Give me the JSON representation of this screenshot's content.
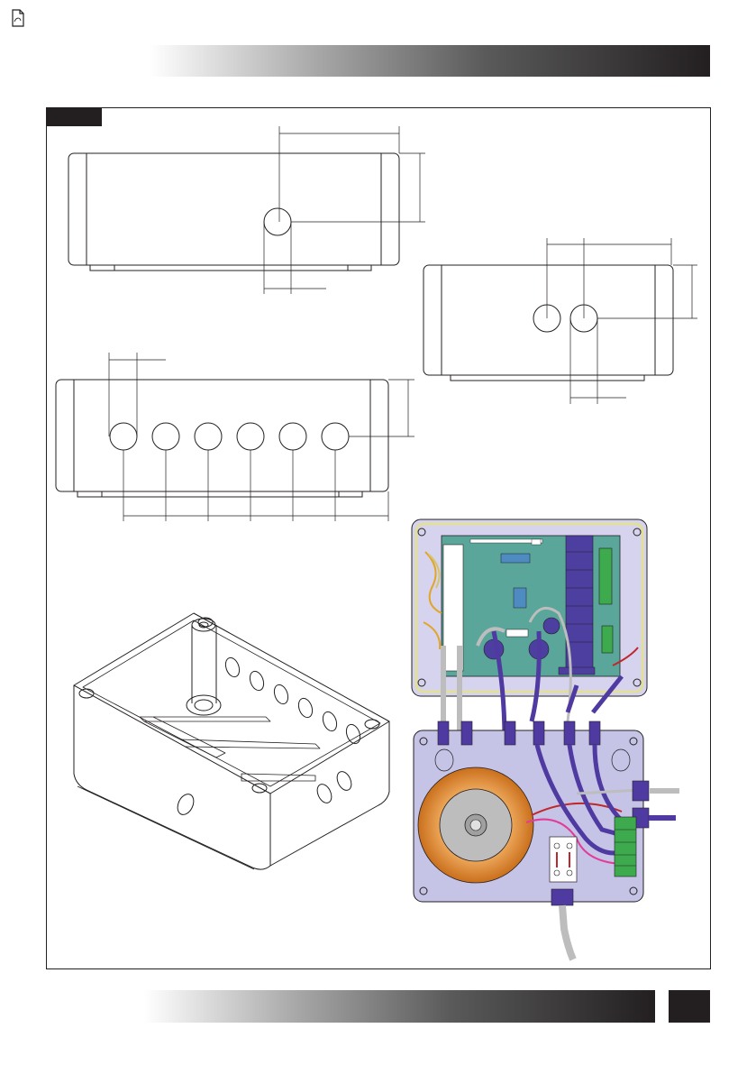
{
  "page": {
    "header_bar_text": "",
    "figure_label": "",
    "page_number": ""
  },
  "colors": {
    "ink": "#231f20",
    "enclosure_fill": "#c5c3e6",
    "lid_fill": "#ebe9cf",
    "pcb_green": "#5aa69b",
    "relay_blue": "#4d3fa0",
    "cable_purple": "#4f3aa1",
    "toroid_orange": "#e58a2f",
    "terminal_green": "#3daa4e",
    "cable_grey": "#bdbdbd"
  },
  "icons": {
    "document": "pdf-document-icon"
  },
  "views": [
    {
      "name": "top-view",
      "holes": 1
    },
    {
      "name": "side-view-right",
      "holes": 2
    },
    {
      "name": "front-view",
      "holes": 6
    },
    {
      "name": "isometric-view",
      "holes": 0
    },
    {
      "name": "wiring-view",
      "holes": 0
    }
  ]
}
